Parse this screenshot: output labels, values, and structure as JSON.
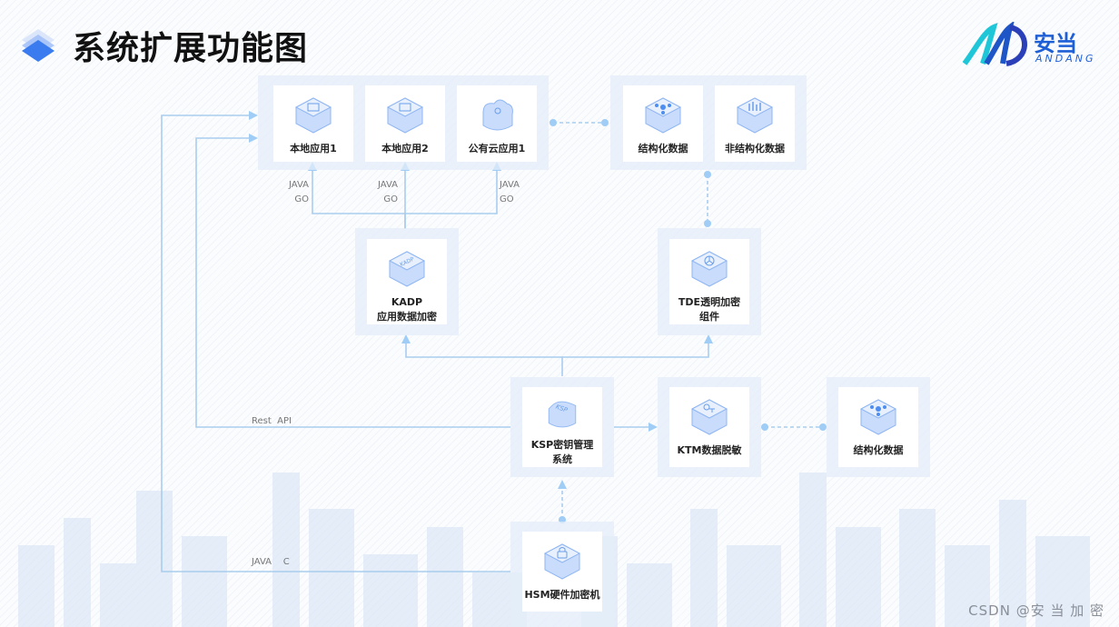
{
  "header": {
    "title": "系统扩展功能图"
  },
  "logo": {
    "cn": "安当",
    "en": "ANDANG"
  },
  "nodes": {
    "local_app1": {
      "label": "本地应用1",
      "icon": "app-box-icon"
    },
    "local_app2": {
      "label": "本地应用2",
      "icon": "app-box-icon"
    },
    "cloud_app1": {
      "label": "公有云应用1",
      "icon": "cloud-app-icon"
    },
    "structured_data_top": {
      "label": "结构化数据",
      "icon": "network-node-icon"
    },
    "unstructured_data": {
      "label": "非结构化数据",
      "icon": "bar-chart-icon"
    },
    "kadp": {
      "label": "KADP\n应用数据加密",
      "icon": "kadp-box-icon",
      "badge": "KADP"
    },
    "tde": {
      "label": "TDE透明加密\n组件",
      "icon": "pie-box-icon"
    },
    "ksp": {
      "label": "KSP密钥管理\n系统",
      "icon": "ksp-shield-icon",
      "badge": "KSP"
    },
    "ktm": {
      "label": "KTM数据脱敏",
      "icon": "mask-box-icon"
    },
    "structured_data_bottom": {
      "label": "结构化数据",
      "icon": "network-node-icon"
    },
    "hsm": {
      "label": "HSM硬件加密机",
      "icon": "lock-box-icon"
    }
  },
  "edge_labels": {
    "kadp_to_local1": "JAVA\nGO",
    "kadp_to_local2": "JAVA\nGO",
    "kadp_to_cloud1": "JAVA\nGO",
    "ksp_rest": "Rest  API",
    "hsm_java_c": "JAVA    C"
  },
  "watermark": "CSDN @安 当 加 密",
  "colors": {
    "line": "#a9cdee",
    "dot": "#9fcdf6",
    "accent": "#3a7bef"
  }
}
